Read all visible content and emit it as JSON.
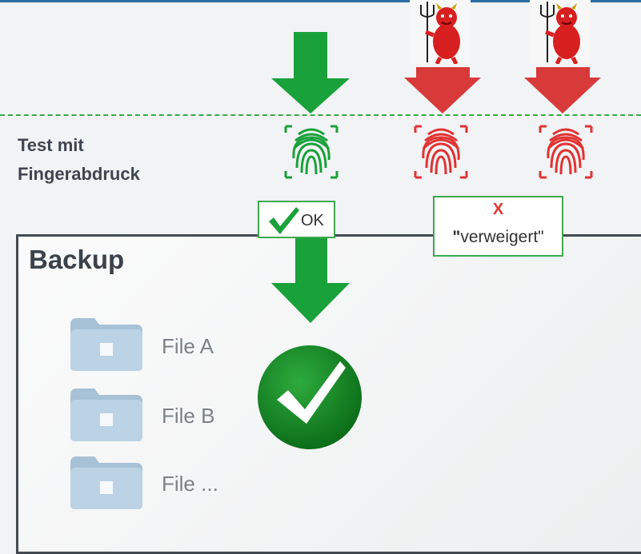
{
  "labels": {
    "test": "Test mit Fingerabdruck",
    "backup": "Backup",
    "ok": "OK",
    "deny_mark": "X",
    "deny_quote": "\"",
    "deny_text": "verweigert\""
  },
  "files": [
    {
      "name": "File A"
    },
    {
      "name": "File B"
    },
    {
      "name": "File ..."
    }
  ],
  "colors": {
    "accept": "#19a13a",
    "reject": "#d83a3a",
    "frame": "#434a52",
    "folder": "#a9c4db"
  },
  "icons": {
    "fingerprint_ok": "fingerprint-green-icon",
    "fingerprint_bad": "fingerprint-red-icon",
    "devil": "devil-icon",
    "check": "check-circle-icon",
    "folder": "folder-icon"
  }
}
